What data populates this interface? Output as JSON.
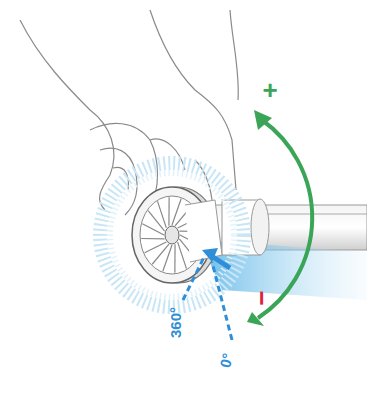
{
  "diagram": {
    "labels": [
      "+",
      "−",
      "360°",
      "0°"
    ]
  }
}
